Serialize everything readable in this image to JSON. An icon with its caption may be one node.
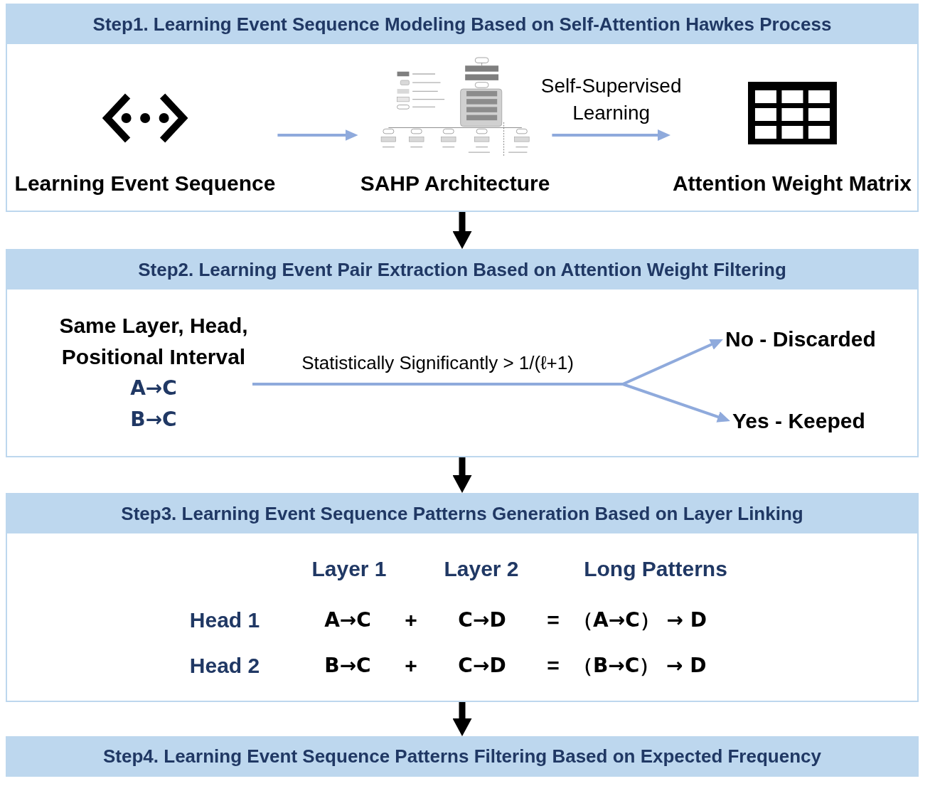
{
  "diagram": {
    "nodes": [
      {
        "text": [
          "Step1. Learning Event Sequence Modeling Based on Self-Attention Hawkes Process"
        ]
      },
      {
        "text": [
          "Learning Event Sequence"
        ],
        "in": 0
      },
      {
        "text": [
          "SAHP Architecture"
        ],
        "in": 0
      },
      {
        "text": [
          "Attention Weight Matrix"
        ],
        "in": 0
      },
      {
        "text": [
          "Step2. Learning Event Pair Extraction Based on Attention Weight Filtering"
        ]
      },
      {
        "text": [
          "Same Layer, Head, Positional Interval",
          "A→C",
          "B→C"
        ],
        "in": 4
      },
      {
        "text": [
          "No - Discarded"
        ],
        "in": 4
      },
      {
        "text": [
          "Yes - Keeped"
        ],
        "in": 4
      },
      {
        "text": [
          "Step3. Learning Event Sequence Patterns Generation Based on Layer Linking"
        ]
      },
      {
        "text": [
          "Step4. Learning Event Sequence Patterns Filtering Based on Expected Frequency"
        ]
      }
    ],
    "edges": [
      {
        "from": 1,
        "to": 2,
        "arrow": "to"
      },
      {
        "from": 2,
        "to": 3,
        "arrow": "to",
        "label": "Self-Supervised Learning"
      },
      {
        "from": 0,
        "to": 4,
        "arrow": "to",
        "style": "thick",
        "color": "#000000"
      },
      {
        "from": 5,
        "to": 6,
        "arrow": "to",
        "label": "Statistically Significantly > 1/(ℓ+1)"
      },
      {
        "from": 5,
        "to": 7,
        "arrow": "to"
      },
      {
        "from": 4,
        "to": 8,
        "arrow": "to",
        "style": "thick",
        "color": "#000000"
      },
      {
        "from": 8,
        "to": 9,
        "arrow": "to",
        "style": "thick",
        "color": "#000000"
      }
    ],
    "labels": [
      "Layer 1",
      "Layer 2",
      "Long Patterns",
      "Head 1",
      "A→C",
      "+",
      "C→D",
      "=",
      "（A→C） → D",
      "Head 2",
      "B→C",
      "+",
      "C→D",
      "=",
      "（B→C） → D"
    ]
  }
}
